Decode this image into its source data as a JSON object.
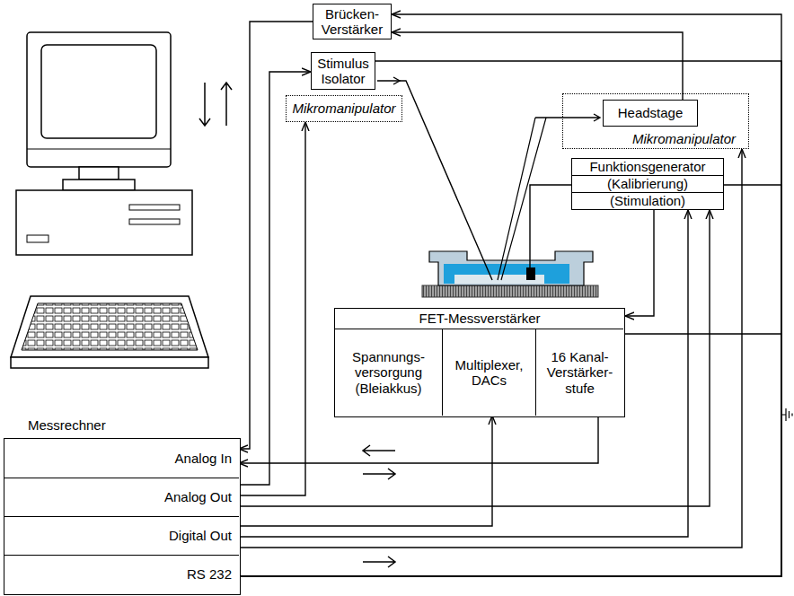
{
  "diagram": {
    "nodes": [
      {
        "text": [
          "Brücken- Verstärker"
        ]
      },
      {
        "text": [
          "Stimulus Isolator"
        ]
      },
      {
        "text": [
          "Mikromanipulator"
        ]
      },
      {
        "text": [
          "Mikromanipulator"
        ]
      },
      {
        "text": [
          "Headstage"
        ],
        "in": 3
      },
      {
        "text": [
          "Funktionsgenerator",
          "(Kalibrierung)",
          "(Stimulation)"
        ]
      },
      {
        "text": [
          "FET-Messverstärker"
        ]
      },
      {
        "text": [
          "Spannungs- versorgung (Bleiakkus)"
        ],
        "in": 6
      },
      {
        "text": [
          "Multiplexer, DACs"
        ],
        "in": 6
      },
      {
        "text": [
          "16 Kanal- Verstärker- stufe"
        ],
        "in": 6
      },
      {
        "text": [
          "Messrechner"
        ]
      },
      {
        "text": [
          "Analog In"
        ],
        "in": 10
      },
      {
        "text": [
          "Analog Out"
        ],
        "in": 10
      },
      {
        "text": [
          "Digital Out"
        ],
        "in": 10
      },
      {
        "text": [
          "RS 232"
        ],
        "in": 10
      }
    ],
    "edges": [
      {
        "from": 0,
        "to": 11,
        "arrow": "to"
      },
      {
        "from": 9,
        "to": 11,
        "arrow": "to"
      },
      {
        "from": 12,
        "to": 1,
        "arrow": "to"
      },
      {
        "from": 12,
        "to": 2,
        "arrow": "to"
      },
      {
        "from": 12,
        "to": 5,
        "arrow": "to"
      },
      {
        "from": 13,
        "to": 8,
        "arrow": "to"
      },
      {
        "from": 13,
        "to": 5,
        "arrow": "to"
      },
      {
        "from": 13,
        "to": 3,
        "arrow": "to"
      },
      {
        "from": 5,
        "to": 6,
        "arrow": "to"
      },
      {
        "from": 14,
        "to": 0,
        "arrow": "to"
      },
      {
        "from": 4,
        "to": 0,
        "arrow": "to"
      },
      {
        "from": 14,
        "to": 1,
        "arrow": "none"
      },
      {
        "from": 14,
        "to": 5,
        "arrow": "none"
      },
      {
        "from": 14,
        "to": 6,
        "arrow": "none"
      }
    ]
  }
}
